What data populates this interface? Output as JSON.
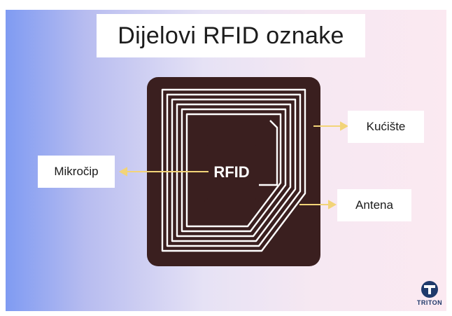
{
  "title": "Dijelovi RFID oznake",
  "chip_label": "RFID",
  "labels": {
    "kuciste": "Kućište",
    "mikrocip": "Mikročip",
    "antena": "Antena"
  },
  "logo": {
    "name": "TRITON",
    "icon": "triton-logo-icon"
  },
  "colors": {
    "tag": "#3a1f1f",
    "arrow": "#f2d478",
    "logo": "#1f3a6b"
  }
}
